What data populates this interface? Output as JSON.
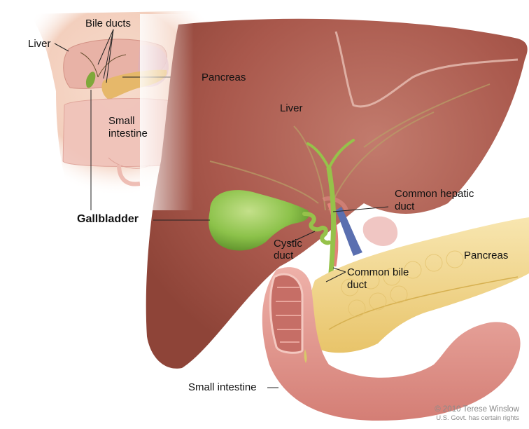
{
  "figure": {
    "type": "anatomical illustration",
    "subject": "Gallbladder and bile duct anatomy",
    "colors": {
      "background": "#ffffff",
      "skin": "#f3d2c0",
      "liver": "#a9584c",
      "liver_light": "#d79a8c",
      "gallbladder": "#8cc24a",
      "bile_duct": "#9cc24a",
      "pancreas": "#f0d58a",
      "intestine": "#e39a92",
      "vein": "#5a6fb0",
      "artery": "#e2837a",
      "label_text": "#111111",
      "leader_line": "#222222",
      "copyright_text": "#8a8a8a"
    }
  },
  "inset": {
    "labels": {
      "bile_ducts": "Bile ducts",
      "liver": "Liver",
      "pancreas": "Pancreas",
      "small_intestine_line1": "Small",
      "small_intestine_line2": "intestine"
    }
  },
  "main": {
    "labels": {
      "liver": "Liver",
      "gallbladder": "Gallbladder",
      "common_hepatic_duct_line1": "Common hepatic",
      "common_hepatic_duct_line2": "duct",
      "cystic_duct_line1": "Cystic",
      "cystic_duct_line2": "duct",
      "common_bile_duct_line1": "Common bile",
      "common_bile_duct_line2": "duct",
      "pancreas": "Pancreas",
      "small_intestine": "Small intestine"
    }
  },
  "copyright": {
    "line1": "© 2010 Terese Winslow",
    "line2": "U.S. Govt. has certain rights"
  }
}
